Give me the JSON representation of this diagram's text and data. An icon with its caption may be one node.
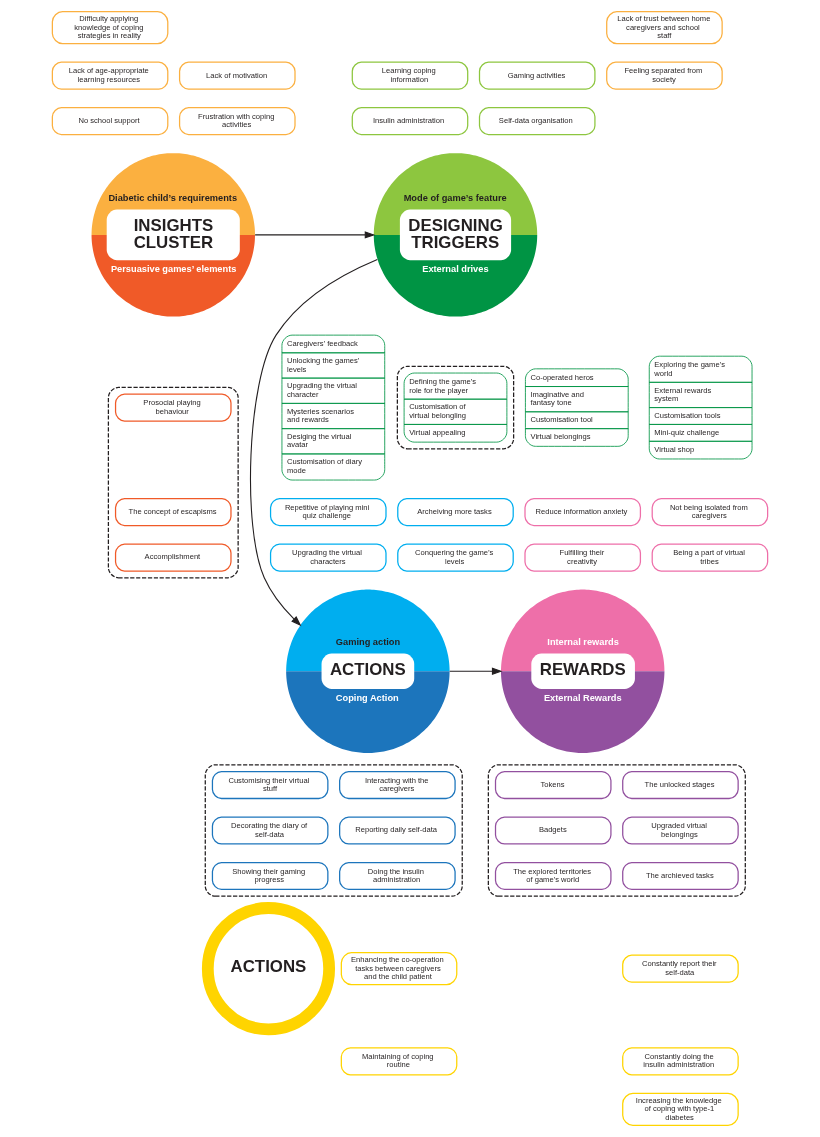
{
  "diagram": {
    "nodes": [
      {
        "text": [
          "Difficulty applying knowledge of coping strategies in reality"
        ]
      },
      {
        "text": [
          "Lack of motivation"
        ]
      },
      {
        "text": [
          "Lack of trust between home caregivers and school staff"
        ]
      },
      {
        "text": [
          "Frustration with coping activities"
        ]
      },
      {
        "text": [
          "Lack of age-appropriate learning resources"
        ]
      },
      {
        "text": [
          "Feeling separated from society"
        ]
      },
      {
        "text": [
          "No school support"
        ]
      },
      {
        "text": [
          "Learning coping information"
        ]
      },
      {
        "text": [
          "Gaming activities"
        ]
      },
      {
        "text": [
          "Insulin administration"
        ]
      },
      {
        "text": [
          "Self-data organisation"
        ]
      },
      {
        "text": [
          "Diabetic child’s requirements",
          "INSIGHTS CLUSTER",
          "Persuasive games’ elements"
        ]
      },
      {
        "text": [
          "Mode of game’s feature",
          "DESIGNING TRIGGERS",
          "External drives"
        ]
      },
      {
        "text": [],
        "shape": "box"
      },
      {
        "text": [
          "Prosocial playing behaviour"
        ],
        "in": 13
      },
      {
        "text": [
          "The concept of escapisms"
        ],
        "in": 13
      },
      {
        "text": [
          "Accomplishment"
        ],
        "in": 13
      },
      {
        "text": [
          "Exploring the game’s world",
          "External rewards system",
          "Customisation tools",
          "Mini-quiz challenge",
          "Virtual shop"
        ]
      },
      {
        "text": [
          "Co-operated heros",
          "Imaginative and fantasy tone",
          "Customisation tool",
          "Virtual belongings"
        ]
      },
      {
        "text": [
          "Caregivers’ feedback",
          "Unlocking the games’ levels",
          "Upgrading the virtual character",
          "Mysteries scenarios and rewards",
          "Desiging the virtual avatar",
          "Customisation of diary mode"
        ]
      },
      {
        "text": [],
        "shape": "box"
      },
      {
        "text": [
          "Defining the game’s role for the player",
          "Customisation of virtual belongling",
          "Virtual appealing"
        ],
        "in": 20
      },
      {
        "text": [
          "Not being isolated from caregivers"
        ]
      },
      {
        "text": [
          "Reduce information anxiety"
        ]
      },
      {
        "text": [
          "Being a part of virtual tribes"
        ]
      },
      {
        "text": [
          "Fulfilling their creativity"
        ]
      },
      {
        "text": [
          "Repetitive of playing mini quiz challenge"
        ]
      },
      {
        "text": [
          "Archeiving more tasks"
        ]
      },
      {
        "text": [
          "Upgrading the virtual characters"
        ]
      },
      {
        "text": [
          "Conquering the game’s levels"
        ]
      },
      {
        "text": [
          "Internal rewards",
          "REWARDS",
          "External Rewards"
        ]
      },
      {
        "text": [
          "Gaming action",
          "ACTIONS",
          "Coping Action"
        ]
      },
      {
        "text": [],
        "shape": "box"
      },
      {
        "text": [
          "The unlocked stages"
        ],
        "in": 32
      },
      {
        "text": [
          "Tokens"
        ],
        "in": 32
      },
      {
        "text": [
          "Upgraded virtual belongings"
        ],
        "in": 32
      },
      {
        "text": [
          "Badgets"
        ],
        "in": 32
      },
      {
        "text": [
          "The archieved tasks"
        ],
        "in": 32
      },
      {
        "text": [
          "The explored territories of game’s world"
        ],
        "in": 32
      },
      {
        "text": [],
        "shape": "box"
      },
      {
        "text": [
          "Customising their virtual stuff"
        ],
        "in": 39
      },
      {
        "text": [
          "Interacting with the caregivers"
        ],
        "in": 39
      },
      {
        "text": [
          "Decorating the diary of self-data"
        ],
        "in": 39
      },
      {
        "text": [
          "Reporting daily self-data"
        ],
        "in": 39
      },
      {
        "text": [
          "Showing their gaming progress"
        ],
        "in": 39
      },
      {
        "text": [
          "Doing the insulin administration"
        ],
        "in": 39
      },
      {
        "text": [
          "Constantly report their self-data"
        ]
      },
      {
        "text": [
          "Constantly doing the insulin administration"
        ]
      },
      {
        "text": [
          "Increasing the knowledge of coping with type-1 diabetes"
        ]
      },
      {
        "text": [
          "ACTIONS"
        ]
      },
      {
        "text": [
          "Enhancing the co-operation tasks between caregivers and the child patient"
        ]
      },
      {
        "text": [
          "Maintaining of coping routine"
        ]
      }
    ],
    "edges": [
      {
        "from": 11,
        "to": 12,
        "arrow": "to"
      },
      {
        "from": 12,
        "to": 31,
        "arrow": "to"
      },
      {
        "from": 31,
        "to": 30,
        "arrow": "to"
      }
    ]
  }
}
